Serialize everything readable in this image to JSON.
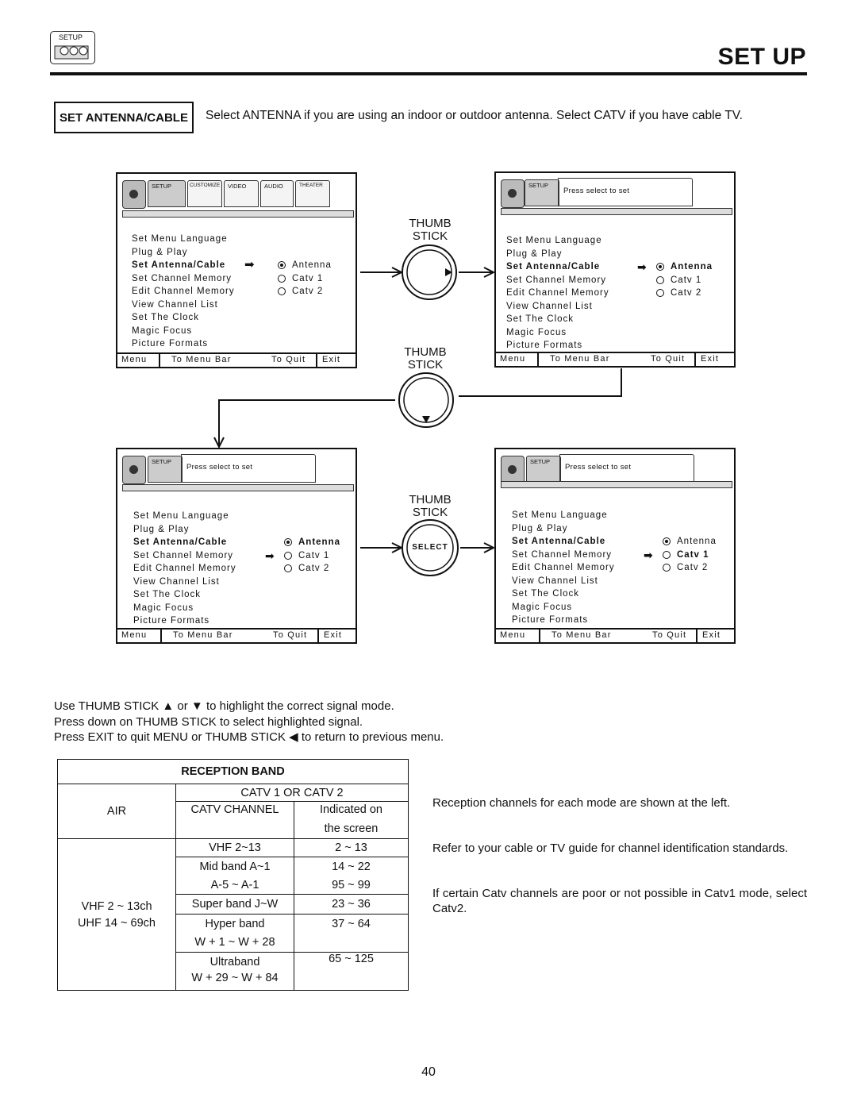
{
  "header": {
    "icon_label": "SETUP",
    "title": "SET UP"
  },
  "section": {
    "label": "SET ANTENNA/CABLE",
    "intro": "Select ANTENNA if you are using an indoor or outdoor antenna.  Select CATV if you have cable TV."
  },
  "tabs": [
    "SETUP",
    "CUSTOMIZE",
    "VIDEO",
    "AUDIO",
    "THEATER"
  ],
  "prompt": "Press select to set",
  "menu_items": [
    "Set Menu Language",
    "Plug & Play",
    "Set Antenna/Cable",
    "Set Channel Memory",
    "Edit Channel Memory",
    "View Channel List",
    "Set The Clock",
    "Magic Focus",
    "Picture Formats"
  ],
  "options": [
    "Antenna",
    "Catv 1",
    "Catv 2"
  ],
  "bottom_bar": {
    "menu": "Menu",
    "to_menu_bar": "To Menu Bar",
    "to_quit": "To Quit",
    "exit": "Exit"
  },
  "thumb_stick": {
    "line1": "THUMB",
    "line2": "STICK",
    "select": "SELECT"
  },
  "notes": [
    "Use THUMB STICK ▲ or ▼ to highlight the correct signal mode.",
    "Press down on THUMB STICK to select highlighted signal.",
    "Press EXIT to quit MENU or THUMB STICK ◀ to return to previous menu."
  ],
  "reception_band": {
    "title": "RECEPTION BAND",
    "catv_header": "CATV 1 OR CATV 2",
    "air": "AIR",
    "catv_channel": "CATV CHANNEL",
    "indicated_1": "Indicated on",
    "indicated_2": "the screen",
    "air_vhf": "VHF 2 ~ 13ch",
    "air_uhf": "UHF 14 ~ 69ch",
    "rows": [
      {
        "band": "VHF 2~13",
        "ch": "2 ~ 13"
      },
      {
        "band": "Mid band A~1",
        "ch": "14 ~ 22"
      },
      {
        "band": "A-5 ~ A-1",
        "ch": "95 ~ 99"
      },
      {
        "band": "Super band J~W",
        "ch": "23 ~ 36"
      },
      {
        "band": "Hyper band",
        "ch": "37 ~ 64"
      },
      {
        "band": "W + 1 ~ W + 28",
        "ch": ""
      },
      {
        "band": "Ultraband",
        "ch": "65 ~ 125"
      },
      {
        "band": "W + 29 ~ W + 84",
        "ch": ""
      }
    ]
  },
  "side_notes": [
    "Reception channels for each mode are shown at the left.",
    "Refer to your cable or TV guide for channel identification standards.",
    "If certain Catv channels are poor or not possible in Catv1 mode, select Catv2."
  ],
  "page_number": "40"
}
